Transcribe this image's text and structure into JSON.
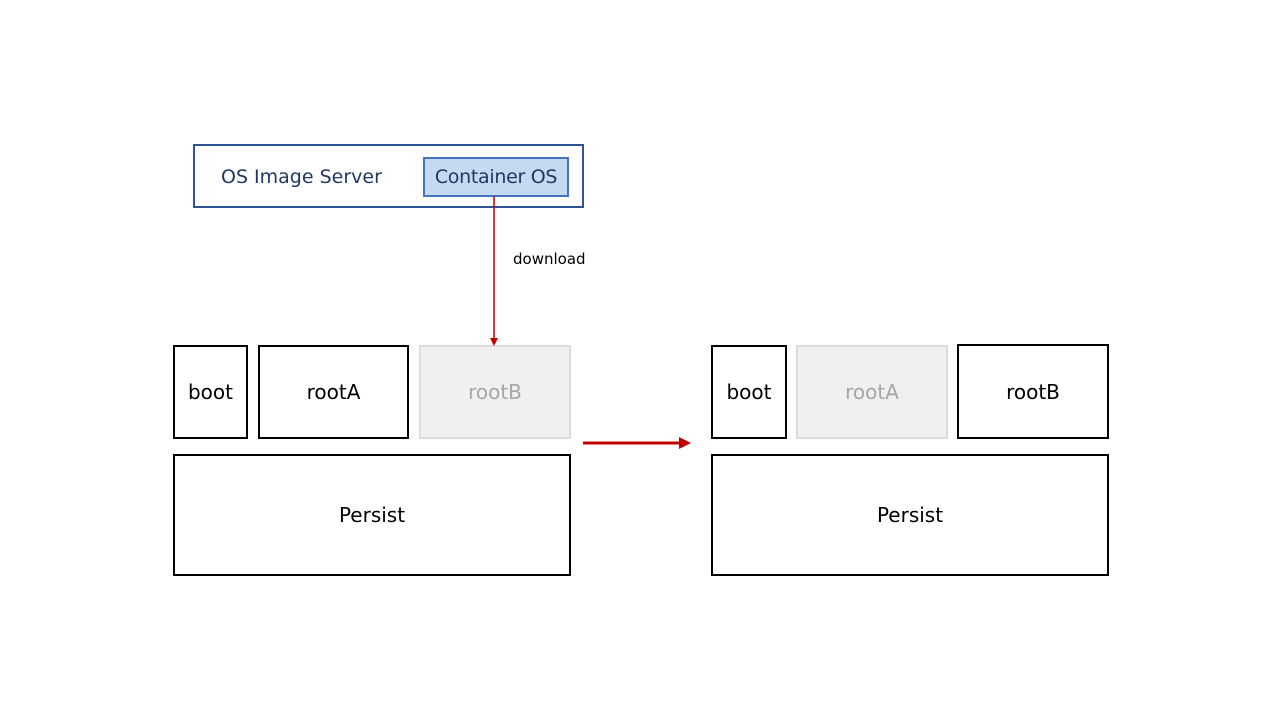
{
  "server": {
    "label": "OS Image Server",
    "image_label": "Container OS"
  },
  "download_label": "download",
  "before": {
    "boot": "boot",
    "rootA": "rootA",
    "rootB": "rootB",
    "persist": "Persist",
    "active_root": "rootA"
  },
  "after": {
    "boot": "boot",
    "rootA": "rootA",
    "rootB": "rootB",
    "persist": "Persist",
    "active_root": "rootB"
  },
  "colors": {
    "arrow": "#c00000",
    "server_border": "#2f5597",
    "container_fill": "#c5d9f1",
    "inactive_fill": "#f0f0f0",
    "inactive_text": "#a6a6a6"
  }
}
